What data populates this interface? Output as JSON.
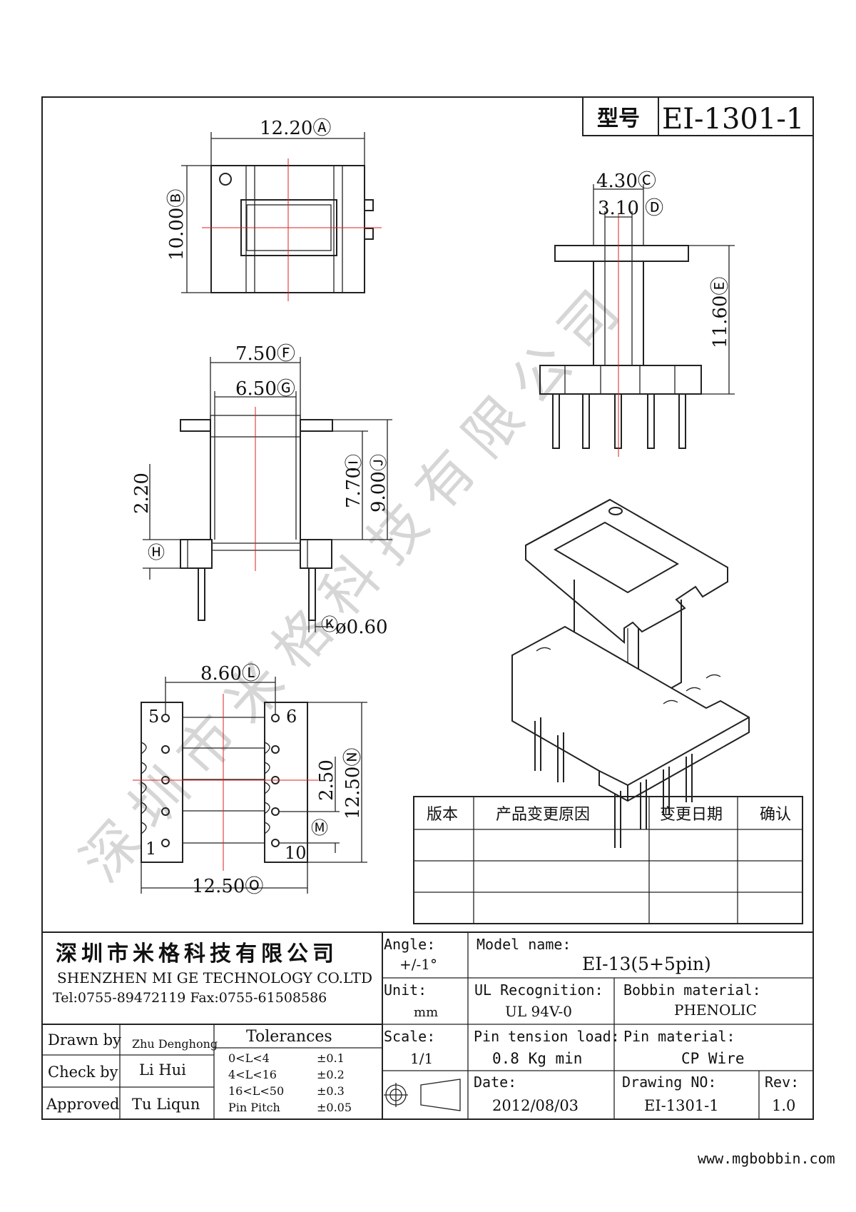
{
  "title_block": {
    "model_label": "型号",
    "model_value": "EI-1301-1",
    "company_cn": "深圳市米格科技有限公司",
    "company_en": "SHENZHEN  MI GE TECHNOLOGY  CO.LTD",
    "contact": "Tel:0755-89472119    Fax:0755-61508586",
    "drawn_by_label": "Drawn by",
    "drawn_by": "Zhu Denghong",
    "check_by_label": "Check by",
    "check_by": "Li Hui",
    "approved_label": "Approved",
    "approved": "Tu Liqun",
    "tolerances_label": "Tolerances",
    "tolerances": [
      {
        "range": "0<L<4",
        "value": "±0.1"
      },
      {
        "range": "4<L<16",
        "value": "±0.2"
      },
      {
        "range": "16<L<50",
        "value": "±0.3"
      },
      {
        "range": "Pin Pitch",
        "value": "±0.05"
      }
    ],
    "angle_label": "Angle:",
    "angle": "+/-1°",
    "unit_label": "Unit:",
    "unit": "mm",
    "scale_label": "Scale:",
    "scale": "1/1",
    "model_name_label": "Model name:",
    "model_name": "EI-13(5+5pin)",
    "ul_label": "UL Recognition:",
    "ul": "UL 94V-0",
    "bobbin_label": "Bobbin material:",
    "bobbin": "PHENOLIC",
    "pin_tension_label": "Pin tension load:",
    "pin_tension": "0.8 Kg min",
    "pin_material_label": "Pin material:",
    "pin_material": "CP Wire",
    "date_label": "Date:",
    "date": "2012/08/03",
    "drawing_no_label": "Drawing NO:",
    "drawing_no": "EI-1301-1",
    "rev_label": "Rev:",
    "rev": "1.0"
  },
  "revision_table": {
    "headers": [
      "版本",
      "产品变更原因",
      "变更日期",
      "确认"
    ],
    "rows": [
      [
        "",
        "",
        "",
        ""
      ],
      [
        "",
        "",
        "",
        ""
      ],
      [
        "",
        "",
        "",
        ""
      ]
    ]
  },
  "dimensions": {
    "A": "12.20Ⓐ",
    "B": "10.00Ⓑ",
    "C": "4.30Ⓒ",
    "D": "3.10 Ⓓ",
    "E": "11.60Ⓔ",
    "F": "7.50Ⓕ",
    "G": "6.50Ⓖ",
    "H": "Ⓗ",
    "H_val": "2.20",
    "I": "Ⓘ",
    "I_val": "7.70",
    "J": "Ⓙ",
    "J_val": "9.00",
    "K": "Ⓚ",
    "K_val": "ø0.60",
    "L": "8.60Ⓛ",
    "M": "Ⓜ",
    "M_val": "2.50",
    "N": "12.50Ⓝ",
    "O": "12.50Ⓞ"
  },
  "pin_numbers": {
    "p5": "5",
    "p6": "6",
    "p1": "1",
    "p10": "10"
  },
  "watermark": "深圳市米格科技有限公司",
  "website": "www.mgbobbin.com"
}
